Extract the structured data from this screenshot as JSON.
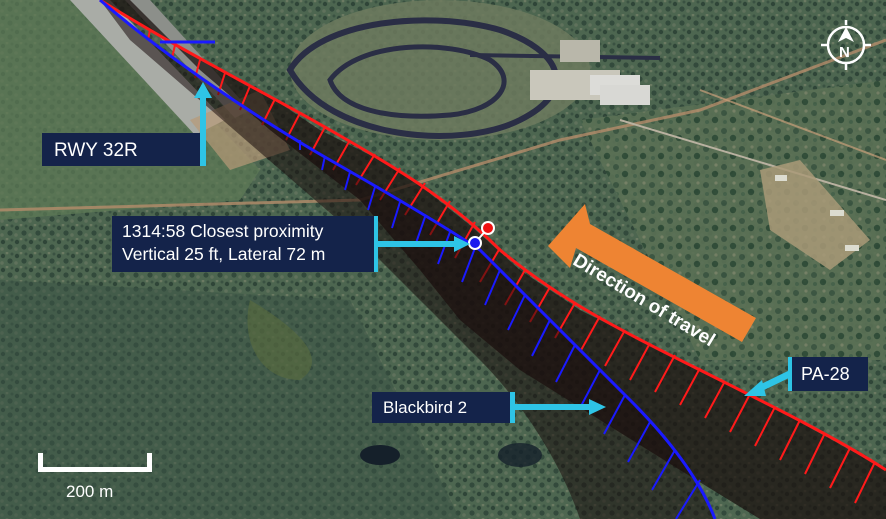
{
  "map": {
    "type": "annotated-satellite-image",
    "scale_bar": {
      "label": "200 m"
    },
    "compass": {
      "icon": "north-arrow-icon",
      "letter": "N"
    }
  },
  "labels": {
    "runway": "RWY 32R",
    "closest_proximity": {
      "line1": "1314:58 Closest proximity",
      "line2": "Vertical 25 ft, Lateral 72 m"
    },
    "direction": "Direction of travel",
    "aircraft_1": "Blackbird 2",
    "aircraft_2": "PA-28"
  },
  "colors": {
    "label_bg": "#14234a",
    "pointer": "#2ec4e6",
    "direction_arrow": "#ee8433",
    "pa28_track": "#ff1a1a",
    "blackbird_track": "#1a1aff",
    "ribbon_fill": "#1a1010"
  }
}
